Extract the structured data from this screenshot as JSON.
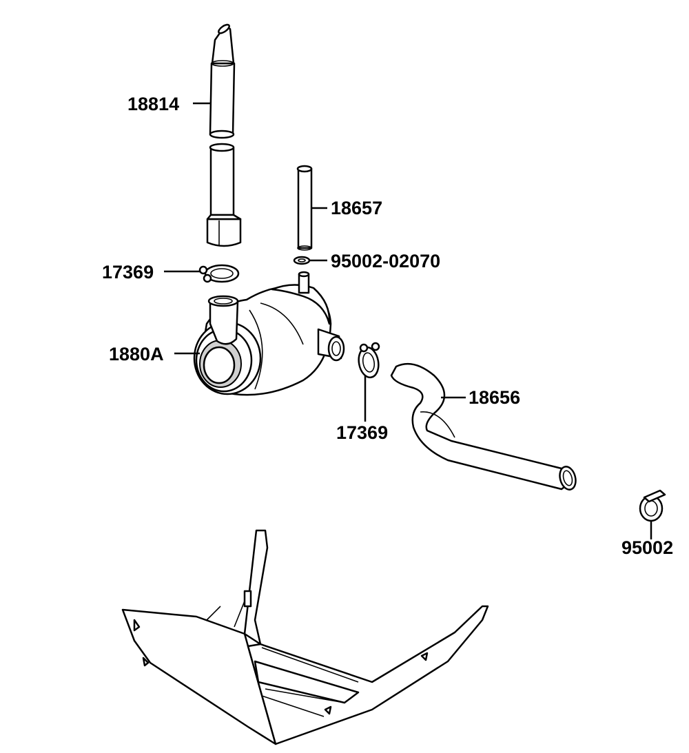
{
  "labels": {
    "pipe_upper": "18814",
    "pipe_small": "18657",
    "clip_left": "17369",
    "clamp_small": "95002-02070",
    "filter_body": "1880A",
    "clip_right": "17369",
    "hose": "18656",
    "clamp_right": "95002"
  }
}
